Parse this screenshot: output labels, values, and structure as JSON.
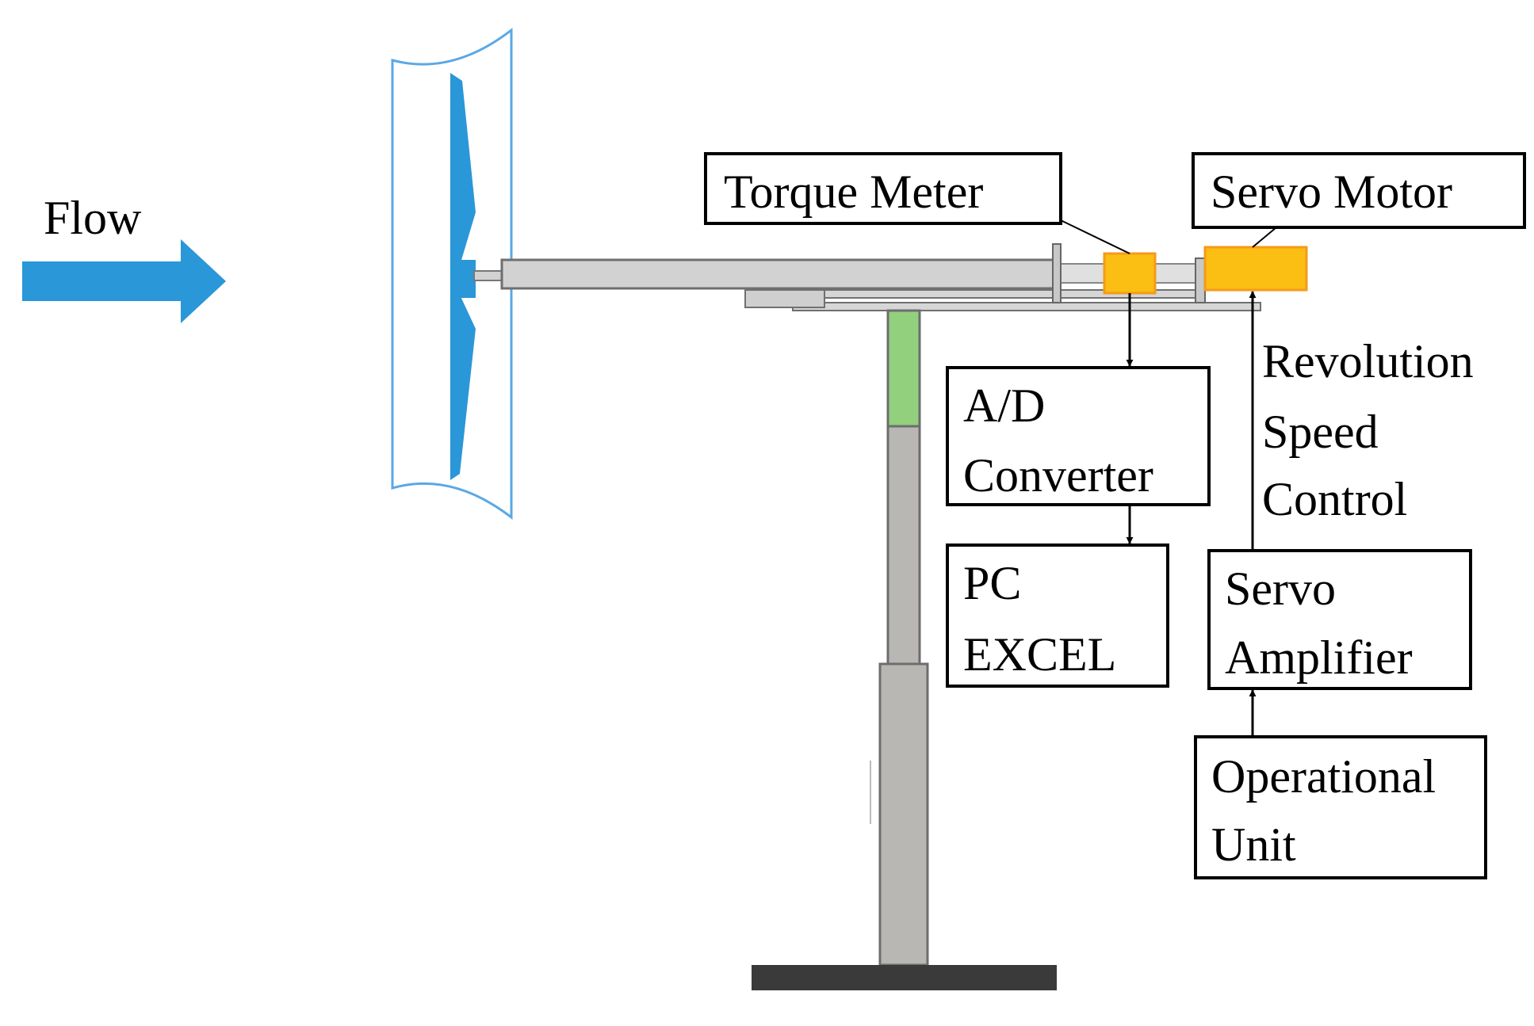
{
  "flow_label": "Flow",
  "boxes": {
    "torque_meter": "Torque Meter",
    "servo_motor": "Servo Motor",
    "ad_converter": [
      "A/D",
      "Converter"
    ],
    "pc_excel": [
      "PC",
      "EXCEL"
    ],
    "servo_amplifier": [
      "Servo",
      "Amplifier"
    ],
    "operational_unit": [
      "Operational",
      "Unit"
    ]
  },
  "revolution_speed_control": [
    "Revolution",
    "Speed",
    "Control"
  ],
  "colors": {
    "flow_arrow": "#2a97d8",
    "blade": "#2a97d8",
    "rotor_outline": "#5aa8e6",
    "shaft_fill": "#d2d2d2",
    "stand_fill": "#b9b7b3",
    "stand_joint": "#93d07e",
    "base": "#3a3a3a",
    "sensor_fill": "#fbbe12",
    "sensor_stroke": "#f59a1b",
    "box_stroke": "#000000"
  }
}
